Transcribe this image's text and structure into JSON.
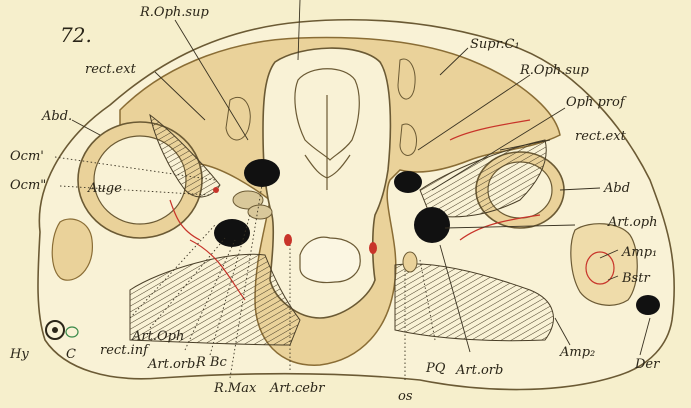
{
  "figure_number": "72.",
  "labels": {
    "r_oph_sup_top": "R.Oph.sup",
    "supr_c1": "Supr.C₁",
    "r_oph_sup_right": "R.Oph.sup",
    "oph_prof": "Oph prof",
    "rect_ext_left": "rect.ext",
    "rect_ext_right": "rect.ext",
    "abd_left": "Abd.",
    "abd_right": "Abd",
    "ocm1": "Ocm'",
    "ocm2": "Ocm\"",
    "auge": "Auge",
    "art_oph_right": "Art.oph",
    "amp1": "Amp₁",
    "bstr": "Bstr",
    "der": "Der",
    "amp2": "Amp₂",
    "hy": "Hy",
    "c": "C",
    "art_oph_bottom": "Art.Oph",
    "rect_inf": "rect.inf",
    "art_orb_left": "Art.orb.",
    "r_bc": "R Bc",
    "r_max": "R.Max",
    "art_cebr": "Art.cebr",
    "os": "os",
    "pq": "PQ",
    "art_orb_right": "Art.orb"
  },
  "colors": {
    "background": "#f6efcc",
    "cartilage_fill": "#ead29a",
    "outline": "#6b5a34",
    "ink": "#2a2518",
    "vessel_red": "#c8342a",
    "nerve_black": "#111111"
  }
}
